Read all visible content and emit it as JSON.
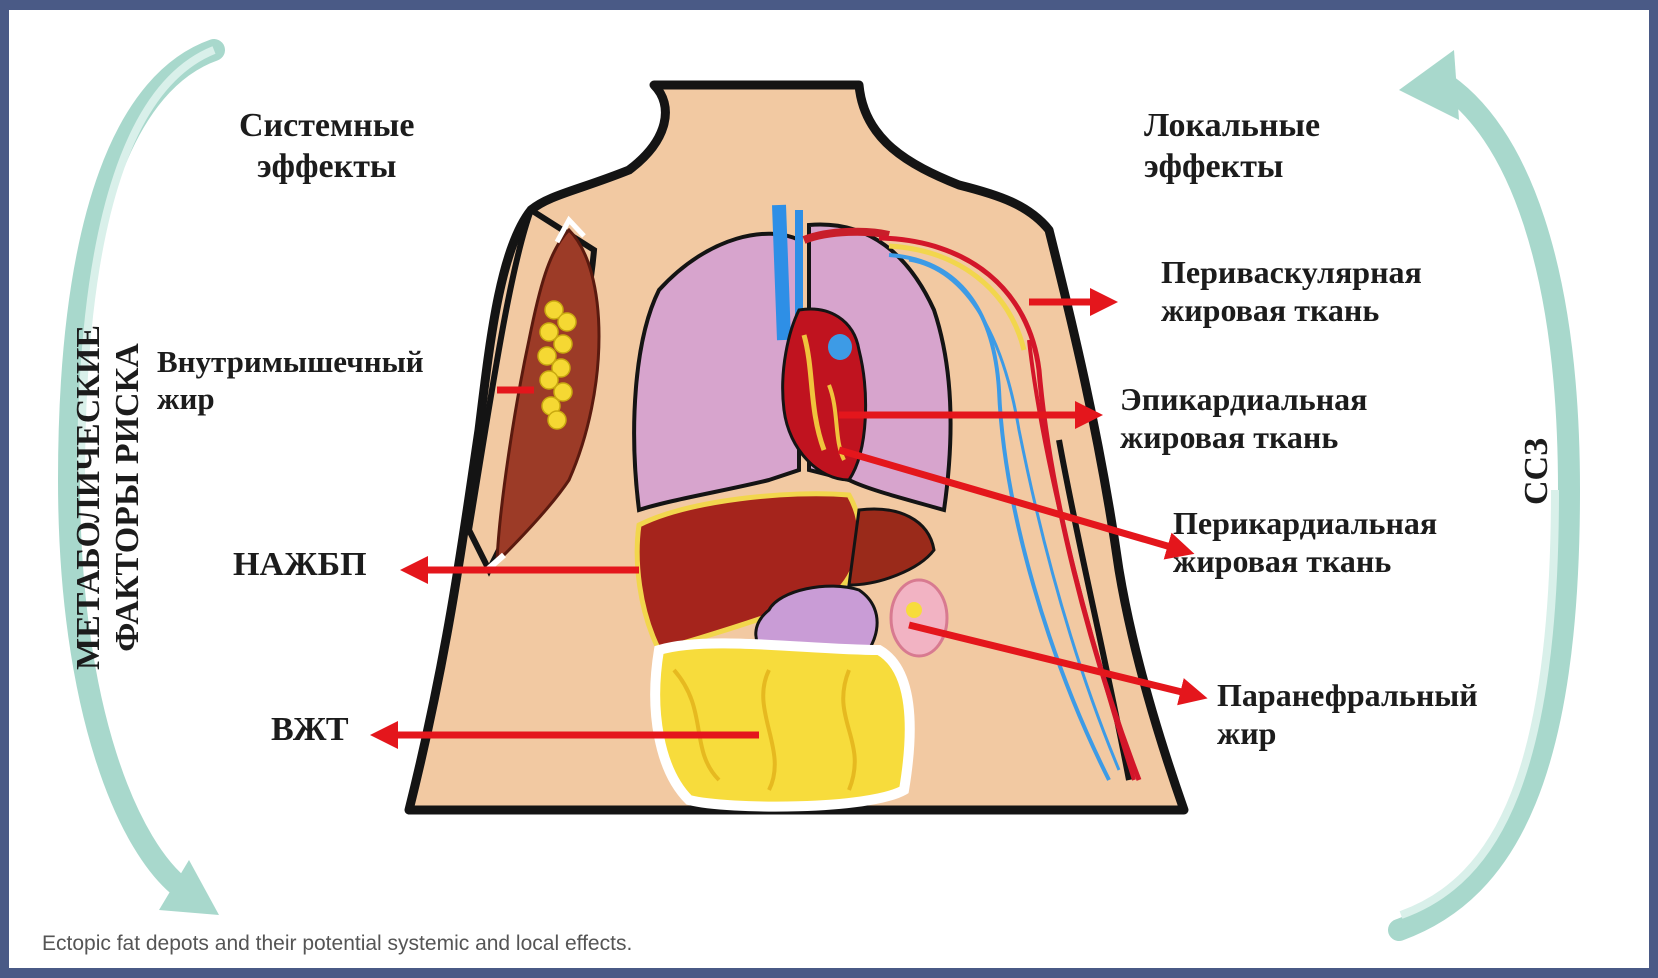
{
  "labels": {
    "systemic": [
      "Системные",
      "эффекты"
    ],
    "local": [
      "Локальные",
      "эффекты"
    ],
    "metabolic": [
      "МЕТАБОЛИЧЕСКИЕ",
      "ФАКТОРЫ РИСКА"
    ],
    "cvd": "ССЗ",
    "intramuscular": [
      "Внутримышечный",
      "жир"
    ],
    "nafld": "НАЖБП",
    "vat": "ВЖТ",
    "perivascular": [
      "Периваскулярная",
      "жировая ткань"
    ],
    "epicardial": [
      "Эпикардиальная",
      "жировая ткань"
    ],
    "pericardial": [
      "Перикардиальная",
      "жировая ткань"
    ],
    "paranephric": [
      "Паранефральный",
      "жир"
    ]
  },
  "caption": "Ectopic fat depots and their potential systemic and local effects.",
  "colors": {
    "arrow": "#e4161c",
    "cycle_arrow": "#a8d8cc",
    "skin": "#f2c9a2",
    "lung": "#d7a4cd",
    "liver": "#a5241c",
    "intestine": "#f7dc3c",
    "frame": "#4a5a86"
  }
}
